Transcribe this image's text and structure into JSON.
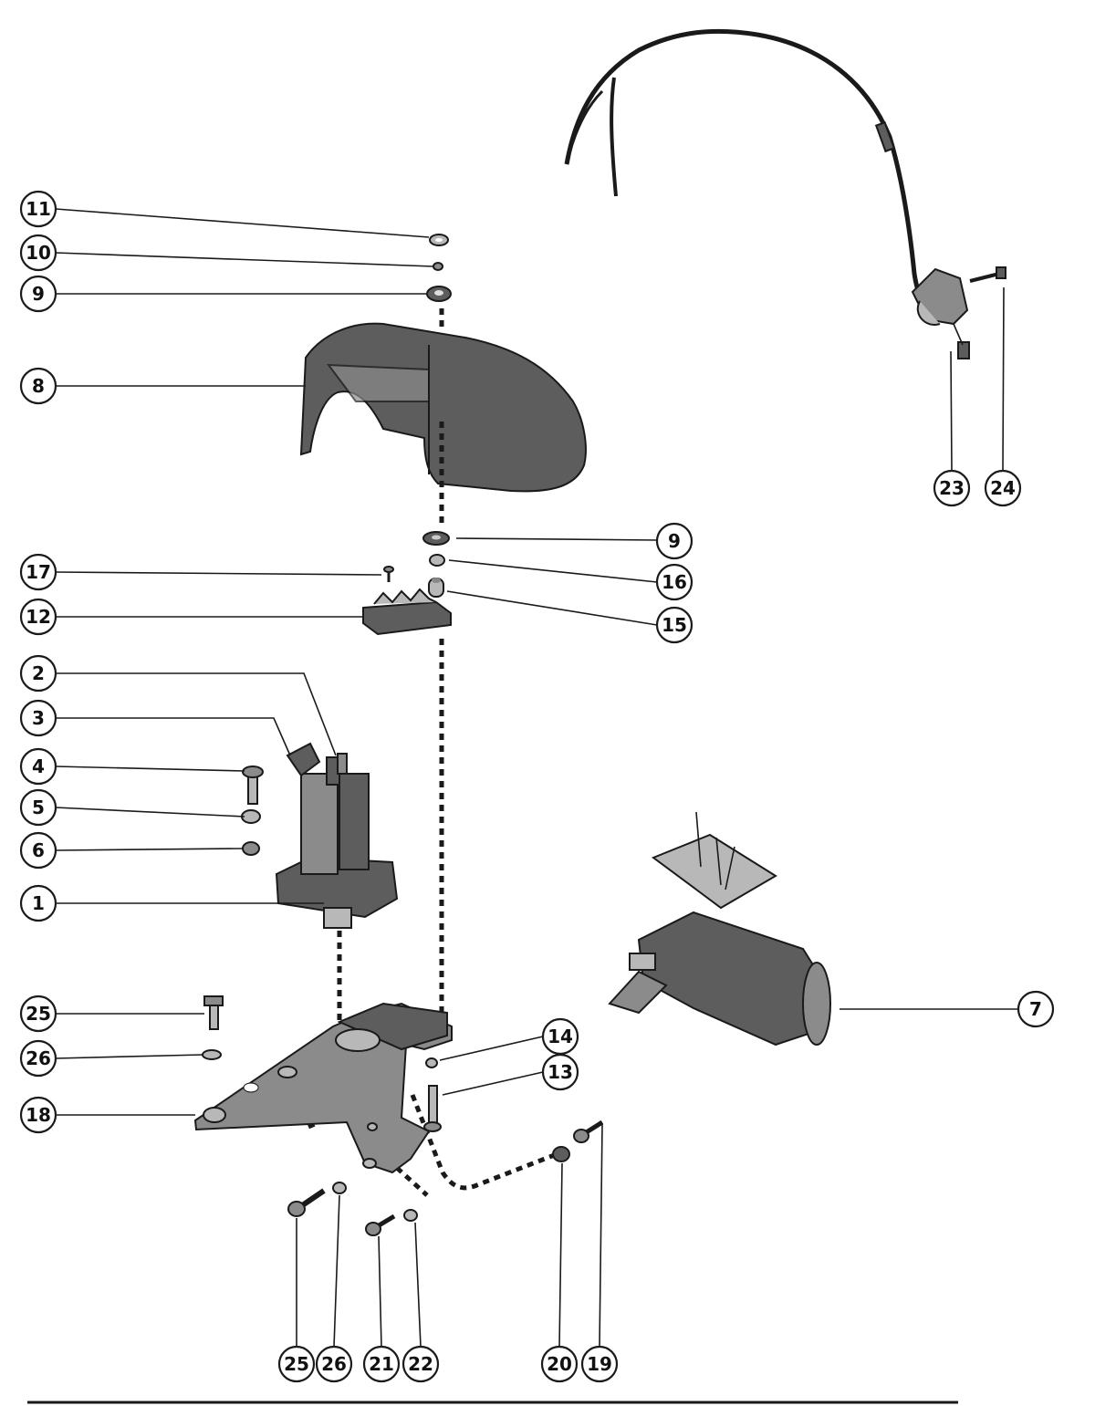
{
  "diagram": {
    "callouts": [
      {
        "id": "c11",
        "label": "11"
      },
      {
        "id": "c10",
        "label": "10"
      },
      {
        "id": "c9a",
        "label": "9"
      },
      {
        "id": "c8",
        "label": "8"
      },
      {
        "id": "c9b",
        "label": "9"
      },
      {
        "id": "c16",
        "label": "16"
      },
      {
        "id": "c15",
        "label": "15"
      },
      {
        "id": "c17",
        "label": "17"
      },
      {
        "id": "c12",
        "label": "12"
      },
      {
        "id": "c2",
        "label": "2"
      },
      {
        "id": "c3",
        "label": "3"
      },
      {
        "id": "c4",
        "label": "4"
      },
      {
        "id": "c5",
        "label": "5"
      },
      {
        "id": "c6",
        "label": "6"
      },
      {
        "id": "c1",
        "label": "1"
      },
      {
        "id": "c7",
        "label": "7"
      },
      {
        "id": "c25a",
        "label": "25"
      },
      {
        "id": "c26a",
        "label": "26"
      },
      {
        "id": "c18",
        "label": "18"
      },
      {
        "id": "c14",
        "label": "14"
      },
      {
        "id": "c13",
        "label": "13"
      },
      {
        "id": "c23",
        "label": "23"
      },
      {
        "id": "c24",
        "label": "24"
      },
      {
        "id": "c25b",
        "label": "25"
      },
      {
        "id": "c26b",
        "label": "26"
      },
      {
        "id": "c21",
        "label": "21"
      },
      {
        "id": "c22",
        "label": "22"
      },
      {
        "id": "c20",
        "label": "20"
      },
      {
        "id": "c19",
        "label": "19"
      }
    ]
  }
}
